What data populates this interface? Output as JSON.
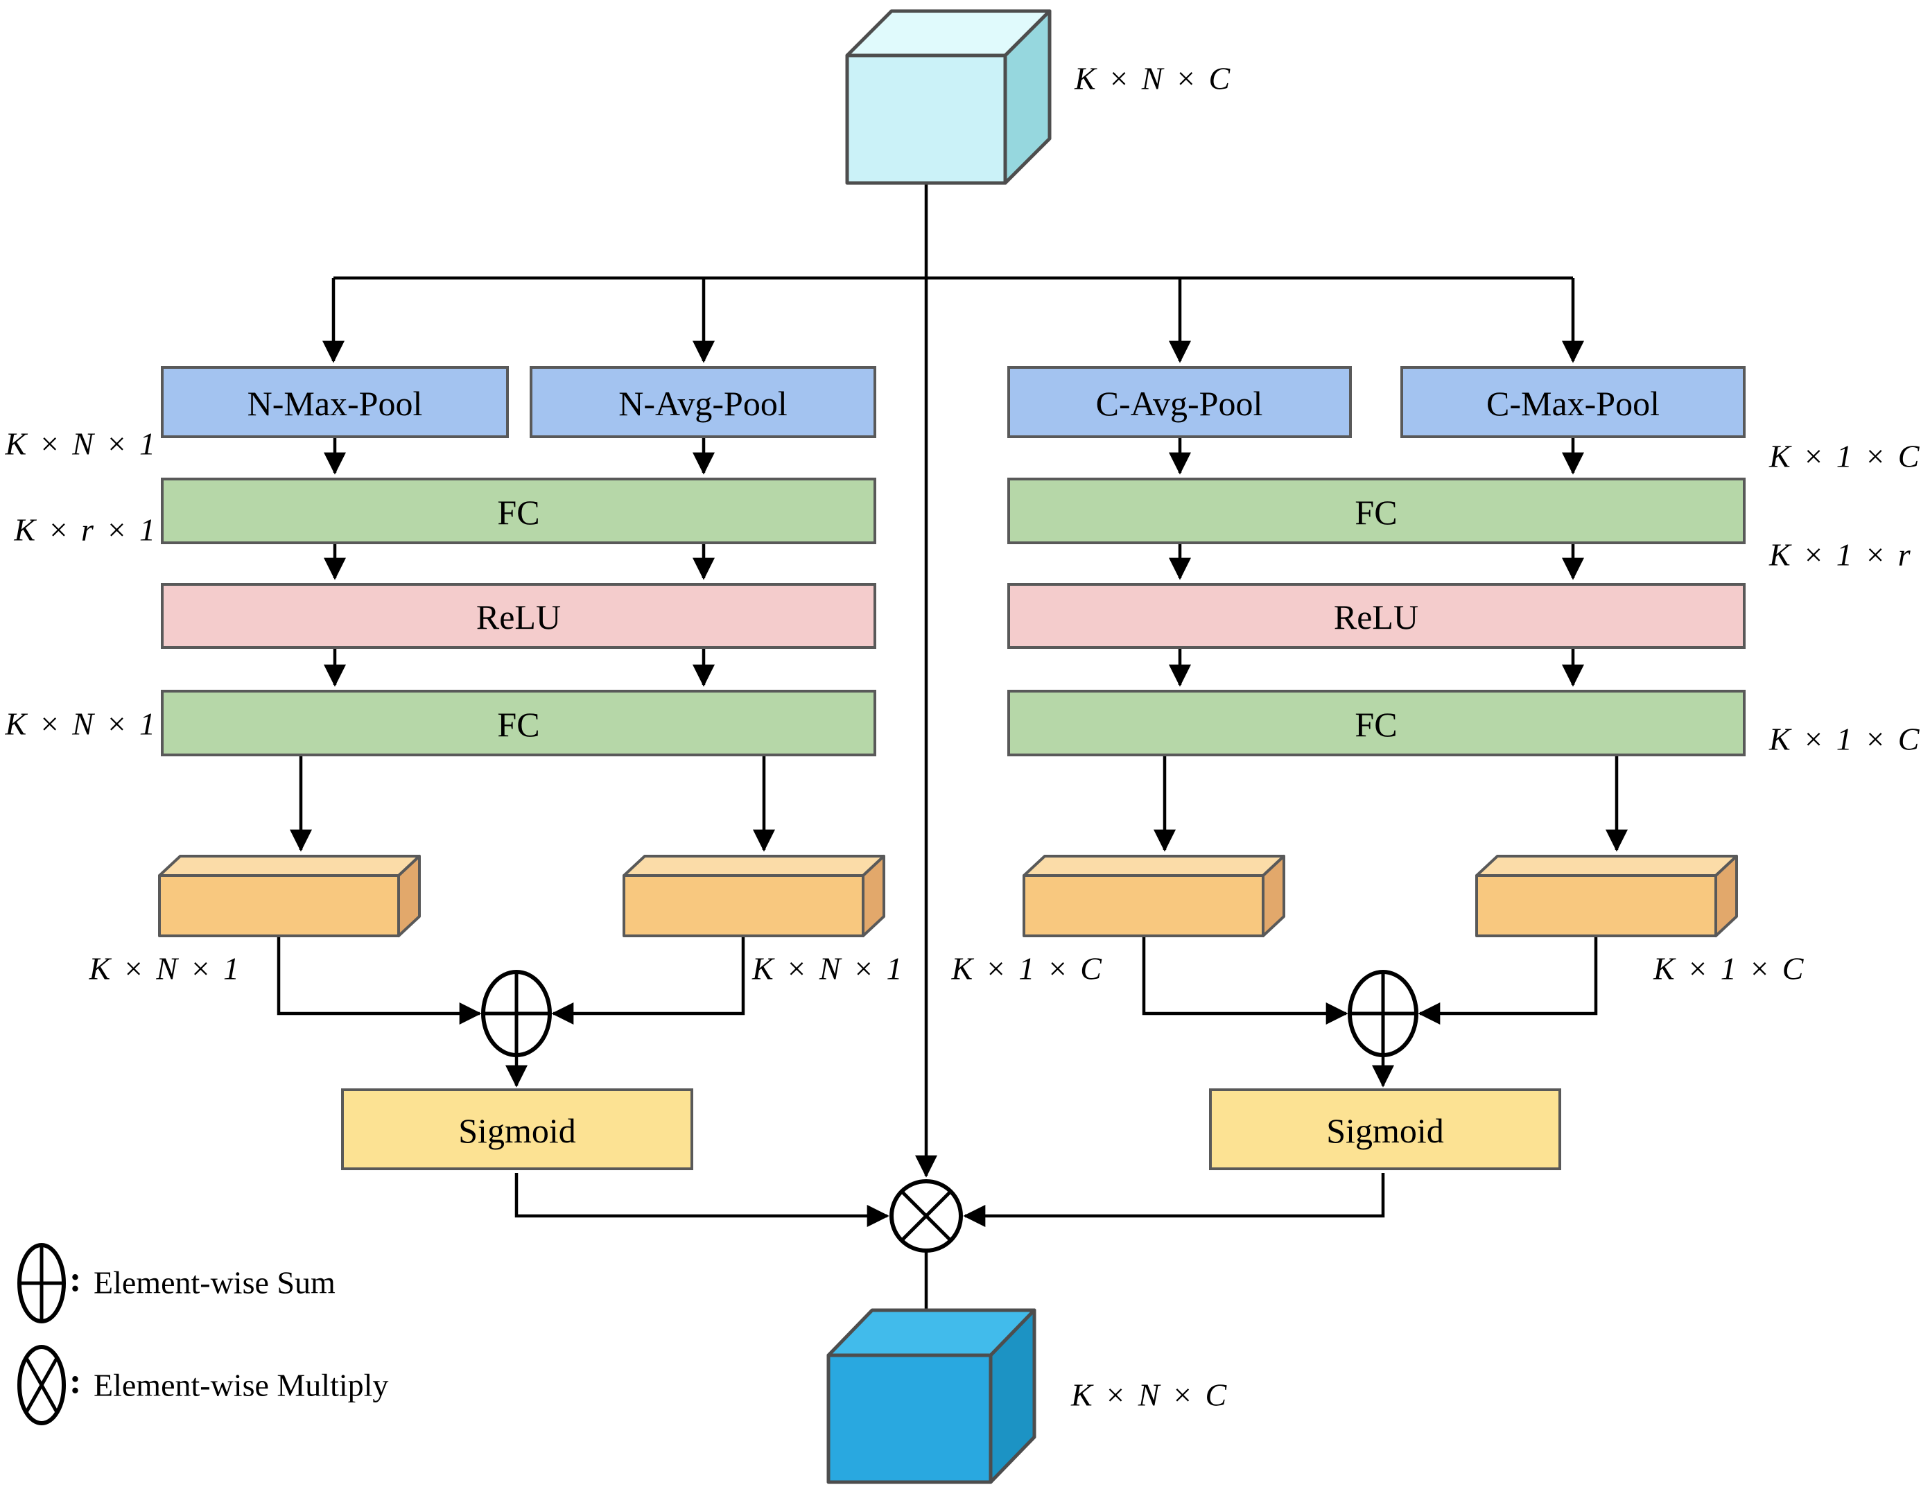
{
  "labels": {
    "input_dim": "K × N × C",
    "output_dim": "K × N × C",
    "pool_n_max": "N-Max-Pool",
    "pool_n_avg": "N-Avg-Pool",
    "pool_c_avg": "C-Avg-Pool",
    "pool_c_max": "C-Max-Pool",
    "fc": "FC",
    "relu": "ReLU",
    "sigmoid": "Sigmoid",
    "left_pool_out_dim": "K × N × 1",
    "left_fc1_out_dim": "K × r × 1",
    "left_fc2_out_dim": "K × N × 1",
    "left_slab_outer_dim": "K × N × 1",
    "left_slab_inner_dim": "K × N × 1",
    "right_pool_out_dim": "K × 1 × C",
    "right_fc1_out_dim": "K × 1 × r",
    "right_fc2_out_dim": "K × 1 × C",
    "right_slab_inner_dim": "K × 1 × C",
    "right_slab_outer_dim": "K × 1 × C",
    "colon": ":",
    "legend_sum": "Element-wise Sum",
    "legend_multiply": "Element-wise Multiply"
  },
  "colors": {
    "pool_fill": "#A3C3F0",
    "fc_fill": "#B6D7A8",
    "relu_fill": "#F4CCCC",
    "sigmoid_fill": "#FCE293",
    "slab_front": "#F8C87F",
    "slab_top": "#FBDCA8",
    "slab_side": "#E2A86B",
    "input_cube_front": "#CBF2F8",
    "input_cube_top": "#E0FAFC",
    "input_cube_side": "#96D7DE",
    "output_cube_front": "#29A8E0",
    "output_cube_top": "#41BBEB",
    "output_cube_side": "#1C93C4"
  }
}
